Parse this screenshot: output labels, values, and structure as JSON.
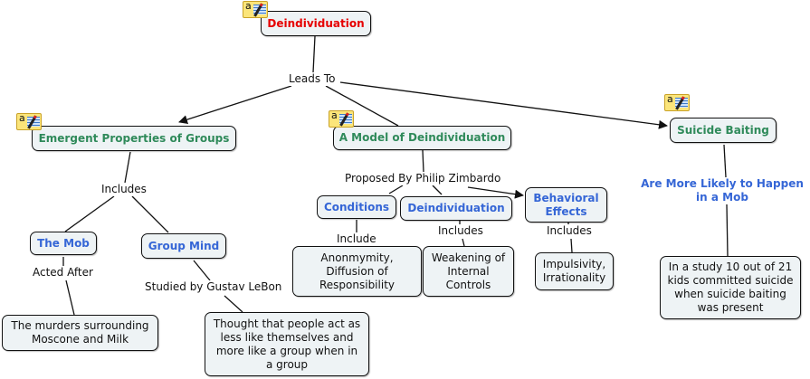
{
  "concepts": {
    "root": "Deindividuation",
    "emergent": "Emergent Properties of Groups",
    "model": "A Model of Deindividuation",
    "suicide": "Suicide Baiting",
    "mob": "The Mob",
    "groupmind": "Group Mind",
    "conditions": "Conditions",
    "deind2": "Deindividuation",
    "behavioral": "Behavioral Effects",
    "murders": "The murders surrounding Moscone and Milk",
    "thought": "Thought that people act as less like themselves and more like a group when in a group",
    "anon": "Anonmymity, Diffusion of Responsibility",
    "weakening": "Weakening of Internal Controls",
    "impulsivity": "Impulsivity, Irrationality",
    "study": "In a study 10 out of 21 kids committed suicide when suicide baiting was present"
  },
  "linking_phrases": {
    "leads_to": "Leads To",
    "includes_emergent": "Includes",
    "proposed_by": "Proposed By Philip Zimbardo",
    "more_likely": "Are More Likely to Happen in a Mob",
    "acted_after": "Acted After",
    "studied_by": "Studied by Gustav LeBon",
    "include_conditions": "Include",
    "includes_deind": "Includes",
    "includes_behavioral": "Includes"
  },
  "note_icons": [
    "root",
    "emergent",
    "model",
    "suicide"
  ],
  "colors": {
    "root_text": "#e60000",
    "level1_text": "#2f8a5a",
    "level2_text": "#3566d6",
    "node_fill": "#eef3f5",
    "line": "#111111"
  }
}
